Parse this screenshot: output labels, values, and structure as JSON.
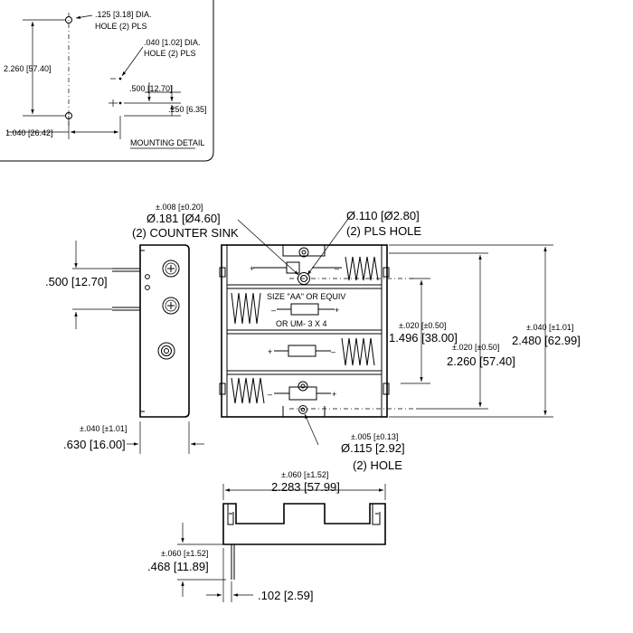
{
  "mounting_detail": {
    "title": "MOUNTING DETAIL",
    "hole_large_dim": ".125 [3.18] DIA.",
    "hole_large_note": "HOLE (2) PLS",
    "hole_small_dim": ".040 [1.02] DIA.",
    "hole_small_note": "HOLE (2) PLS",
    "height_dim": "2.260 [57.40]",
    "offset_dim": ".500 [12.70]",
    "small_offset_dim": ".250 [6.35]",
    "width_dim": "1.040 [26.42]"
  },
  "top_view": {
    "countersink_tol": "±.008 [±0.20]",
    "countersink_dia": "Ø.181 [Ø4.60]",
    "countersink_note": "(2) COUNTER SINK",
    "pls_hole_dia": "Ø.110 [Ø2.80]",
    "pls_hole_note": "(2) PLS HOLE",
    "battery_label_1": "SIZE \"AA\" OR EQUIV",
    "battery_label_2": "OR UM- 3 X 4",
    "pitch_tol": "±.020 [±0.50]",
    "pitch_dim": "1.496 [38.00]",
    "mount_span_tol": "±.020 [±0.50]",
    "mount_span_dim": "2.260 [57.40]",
    "height_tol": "±.040 [±1.01]",
    "height_dim": "2.480 [62.99]",
    "hole_tol": "±.005 [±0.13]",
    "hole_dia": "Ø.115 [2.92]",
    "hole_note": "(2) HOLE",
    "plus": "+",
    "minus": "–"
  },
  "side_view": {
    "pin_spacing_dim": ".500 [12.70]",
    "width_tol": "±.040 [±1.01]",
    "width_dim": ".630 [16.00]"
  },
  "front_view": {
    "width_tol": "±.060 [±1.52]",
    "width_dim": "2.283 [57.99]",
    "height_tol": "±.060 [±1.52]",
    "height_dim": ".468 [11.89]",
    "pin_offset_dim": ".102 [2.59]"
  }
}
